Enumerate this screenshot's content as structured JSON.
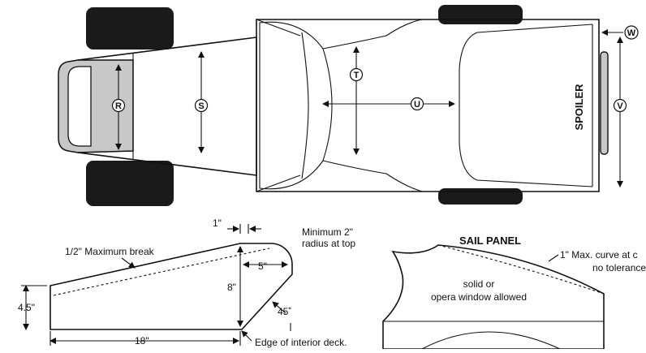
{
  "top_view": {
    "circle_labels": [
      "R",
      "S",
      "T",
      "U",
      "V",
      "W"
    ],
    "spoiler_label": "SPOILER"
  },
  "side_profile": {
    "break_label": "1/2\" Maximum break",
    "dim_1in": "1\"",
    "min_radius_line1": "Minimum 2\"",
    "min_radius_line2": "radius at top",
    "dim_5in": "5\"",
    "dim_8in": "8\"",
    "dim_4_5in": "4.5\"",
    "dim_45": "45˚",
    "dim_18in": "18\"",
    "deck_label": "Edge of interior deck."
  },
  "sail_panel": {
    "title": "SAIL PANEL",
    "curve_line1": "1\" Max. curve at c",
    "curve_line2": "no tolerance",
    "window_line1": "solid or",
    "window_line2": "opera window allowed"
  }
}
